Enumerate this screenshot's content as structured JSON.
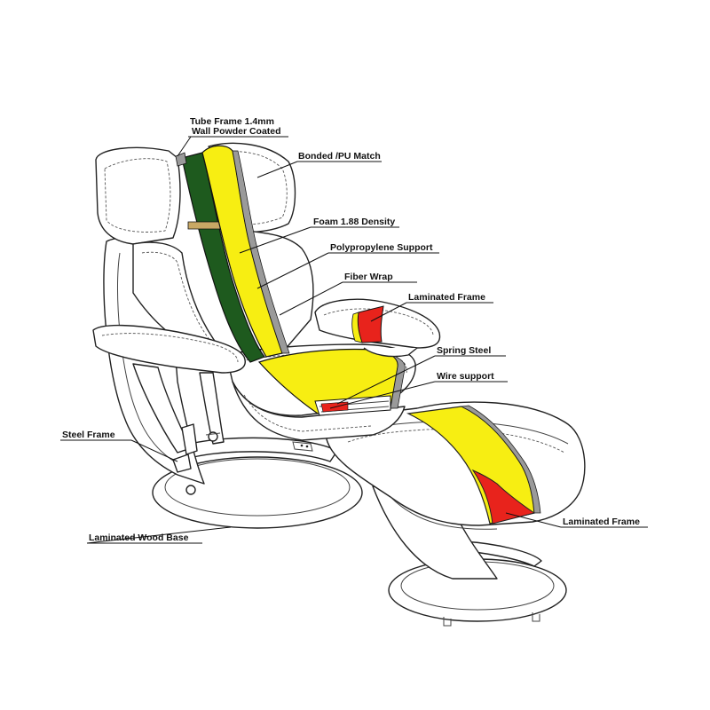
{
  "colors": {
    "tube_frame": "#1e5a1e",
    "foam": "#f7ee12",
    "laminated_frame": "#e8231c",
    "fiber_wrap": "#9a9a9a",
    "outline": "#222222"
  },
  "labels": {
    "tube_frame": "Tube Frame 1.4mm",
    "tube_frame_2": "Wall Powder Coated",
    "bonded_pu": "Bonded /PU Match",
    "foam": "Foam 1.88 Density",
    "polypropylene": "Polypropylene Support",
    "fiber_wrap": "Fiber Wrap",
    "laminated_frame_arm": "Laminated Frame",
    "spring_steel": "Spring Steel",
    "wire_support": "Wire support",
    "steel_frame": "Steel Frame",
    "laminated_wood_base": "Laminated Wood Base",
    "laminated_frame_ottoman": "Laminated Frame"
  }
}
